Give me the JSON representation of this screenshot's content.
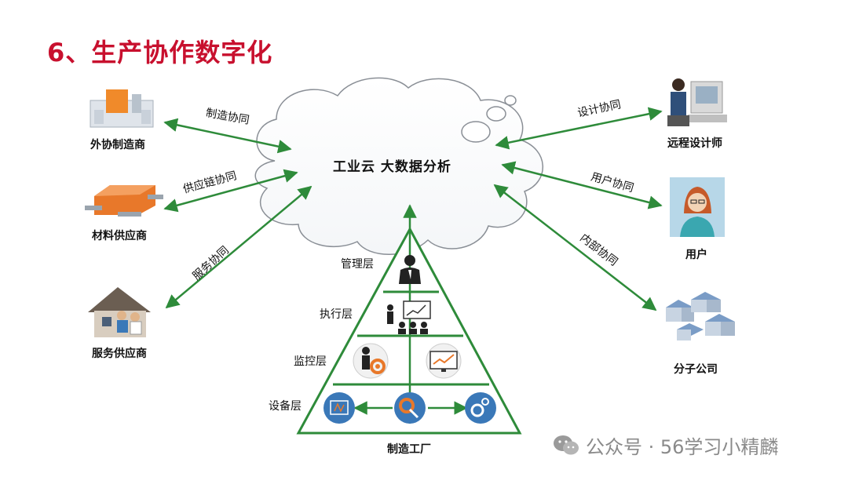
{
  "title": "6、生产协作数字化",
  "center": "工业云  大数据分析",
  "left_nodes": [
    {
      "name": "外协制造商",
      "link": "制造协同",
      "icon": "factory-icon"
    },
    {
      "name": "材料供应商",
      "link": "供应链协同",
      "icon": "material-machine-icon"
    },
    {
      "name": "服务供应商",
      "link": "服务协同",
      "icon": "service-house-icon"
    }
  ],
  "right_nodes": [
    {
      "name": "远程设计师",
      "link": "设计协同",
      "icon": "designer-workstation-icon"
    },
    {
      "name": "用户",
      "link": "用户协同",
      "icon": "user-avatar-icon"
    },
    {
      "name": "分子公司",
      "link": "内部协同",
      "icon": "branch-buildings-icon"
    }
  ],
  "pyramid": {
    "bottom_label": "制造工厂",
    "layers": [
      "管理层",
      "执行层",
      "监控层",
      "设备层"
    ]
  },
  "colors": {
    "title": "#c8102e",
    "arrow": "#2e8b3a",
    "pyramid_line": "#2e8b3a",
    "icon_blue": "#3a78b8",
    "icon_orange": "#e8782a"
  },
  "watermark": "公众号 · 56学习小精麟"
}
